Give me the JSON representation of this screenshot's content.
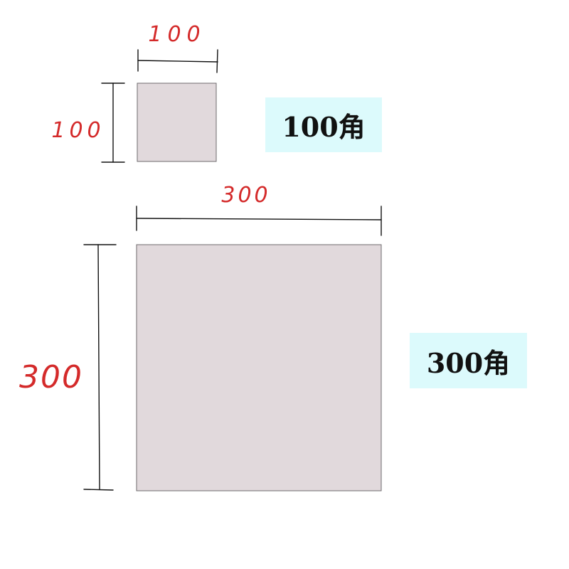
{
  "colors": {
    "square_fill": "#e1d9dc",
    "square_stroke": "#6e6b6e",
    "dimension_line": "#111111",
    "handwriting": "#d42a2a",
    "callout_background": "#dcfafc"
  },
  "small_square": {
    "width_label": "100",
    "height_label": "100",
    "callout": "100角"
  },
  "large_square": {
    "width_label": "300",
    "height_label": "300",
    "callout": "300角"
  }
}
